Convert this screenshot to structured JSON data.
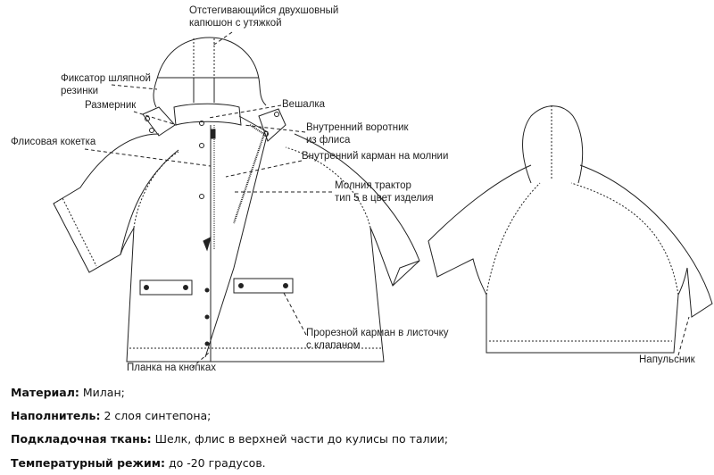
{
  "labels": {
    "hood": [
      "Отстегивающийся двухшовный",
      "капюшон с утяжкой"
    ],
    "hat_elastic": [
      "Фиксатор шляпной",
      "резинки"
    ],
    "size_tag": "Размерник",
    "hanger": "Вешалка",
    "inner_collar": [
      "Внутренний воротник",
      "из флиса"
    ],
    "fleece_yoke": "Флисовая кокетка",
    "inner_pocket": "Внутренний карман на молнии",
    "zipper": [
      "Молния трактор",
      "тип 5 в цвет изделия"
    ],
    "welt_pocket": [
      "Прорезной карман в листочку",
      "с клапаном"
    ],
    "placket": "Планка на кнопках",
    "cuff": "Напульсник"
  },
  "specs": [
    {
      "key": "Материал:",
      "value": "Милан;"
    },
    {
      "key": "Наполнитель:",
      "value": "2 слоя синтепона;"
    },
    {
      "key": "Подкладочная ткань:",
      "value": "Шелк, флис в верхней части до кулисы по талии;"
    },
    {
      "key": "Температурный режим:",
      "value": "до -20 градусов."
    }
  ]
}
